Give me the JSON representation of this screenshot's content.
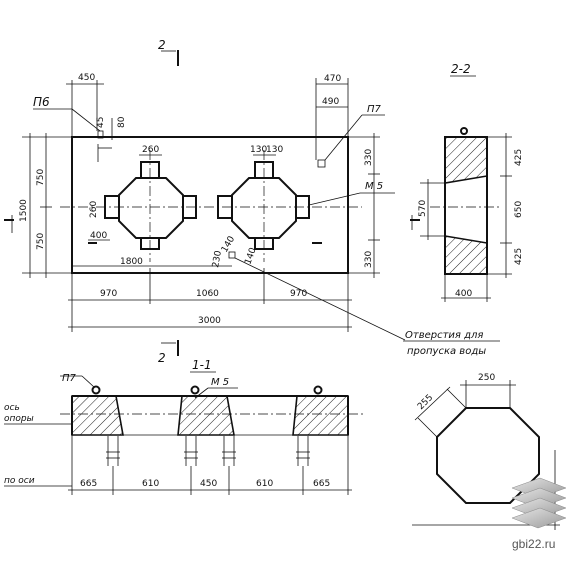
{
  "plan": {
    "cut_2_label": "2",
    "label_p6": "П6",
    "label_p7": "П7",
    "label_m5": "М 5",
    "dims": {
      "d450": "450",
      "d470": "470",
      "d490": "490",
      "d45": "45",
      "d80": "80",
      "d260a": "260",
      "d130a": "130",
      "d130b": "130",
      "d330a": "330",
      "d330b": "330",
      "d750a": "750",
      "d750b": "750",
      "d1500": "1500",
      "d260b": "260",
      "d400": "400",
      "d1800": "1800",
      "d140": "140",
      "d230": "230",
      "d140b": "140",
      "d970a": "970",
      "d1060": "1060",
      "d970b": "970",
      "d3000": "3000"
    },
    "note_line1": "Отверстия  для",
    "note_line2": "пропуска воды"
  },
  "section22": {
    "title": "2-2",
    "d425a": "425",
    "d570": "570",
    "d650": "650",
    "d425b": "425",
    "d400": "400"
  },
  "section11": {
    "title": "1-1",
    "label_p7": "П7",
    "label_m5": "М 5",
    "label_os": "ось",
    "label_opory": "опоры",
    "label_po_osi": "по оси",
    "dims": [
      "665",
      "610",
      "450",
      "610",
      "665"
    ]
  },
  "octagon": {
    "d250": "250",
    "d255": "255"
  },
  "watermark": {
    "text": "gbi22.ru"
  }
}
